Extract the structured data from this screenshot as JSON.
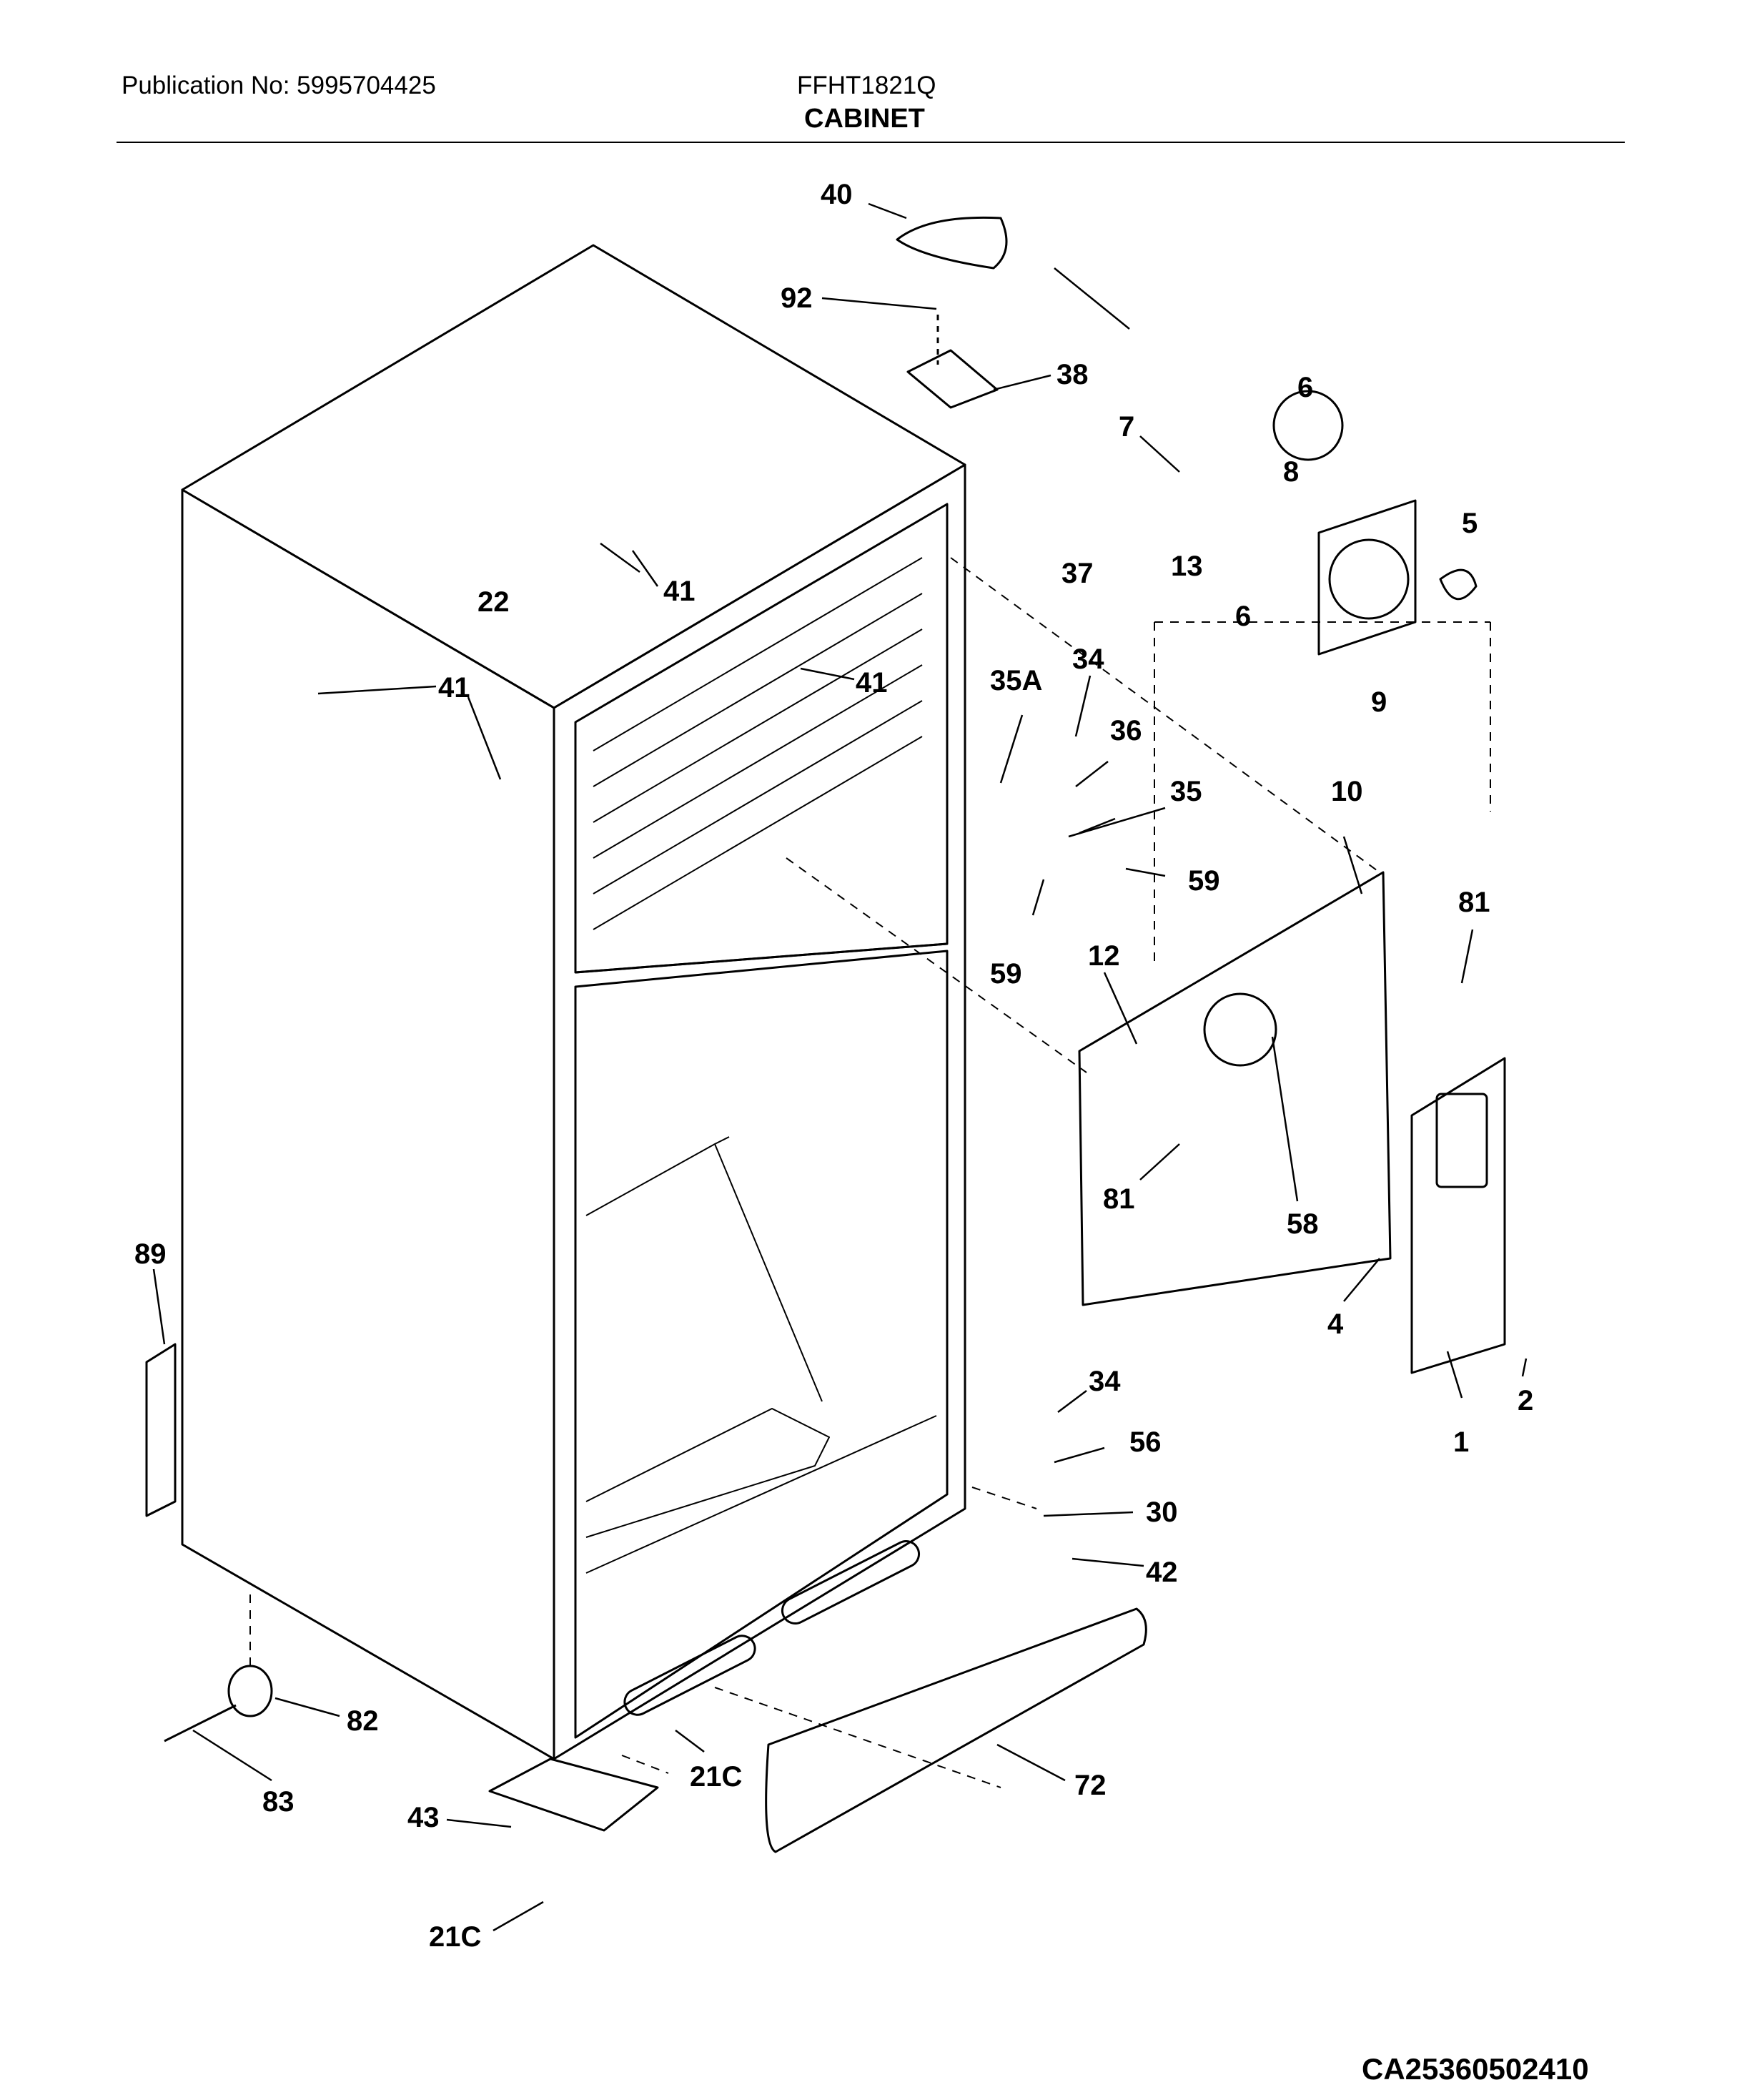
{
  "header": {
    "publication": "Publication No: 5995704425",
    "model": "FFHT1821Q",
    "section_title": "CABINET"
  },
  "footer": {
    "diagram_code": "CA25360502410"
  },
  "callouts": [
    "40",
    "92",
    "38",
    "7",
    "6",
    "8",
    "13",
    "5",
    "37",
    "22",
    "41",
    "41",
    "41",
    "6",
    "9",
    "34",
    "35A",
    "36",
    "35",
    "59",
    "59",
    "10",
    "81",
    "12",
    "81",
    "58",
    "4",
    "1",
    "2",
    "89",
    "34",
    "56",
    "30",
    "42",
    "82",
    "83",
    "43",
    "21C",
    "21C",
    "72"
  ]
}
